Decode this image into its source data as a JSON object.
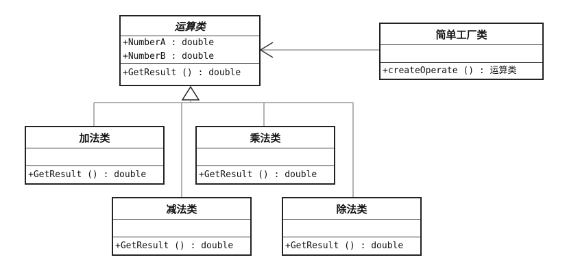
{
  "classes": {
    "operation": {
      "name": "运算类",
      "attributes": [
        "+NumberA : double",
        "+NumberB : double"
      ],
      "operations": [
        "+GetResult () : double"
      ]
    },
    "factory": {
      "name": "简单工厂类",
      "attributes": [],
      "operations": [
        "+createOperate () : 运算类"
      ]
    },
    "add": {
      "name": "加法类",
      "attributes": [],
      "operations": [
        "+GetResult () : double"
      ]
    },
    "multiply": {
      "name": "乘法类",
      "attributes": [],
      "operations": [
        "+GetResult () : double"
      ]
    },
    "subtract": {
      "name": "减法类",
      "attributes": [],
      "operations": [
        "+GetResult () : double"
      ]
    },
    "divide": {
      "name": "除法类",
      "attributes": [],
      "operations": [
        "+GetResult () : double"
      ]
    }
  },
  "relations": [
    {
      "type": "dependency",
      "from": "factory",
      "to": "operation"
    },
    {
      "type": "generalization",
      "from": "add",
      "to": "operation"
    },
    {
      "type": "generalization",
      "from": "multiply",
      "to": "operation"
    },
    {
      "type": "generalization",
      "from": "subtract",
      "to": "operation"
    },
    {
      "type": "generalization",
      "from": "divide",
      "to": "operation"
    }
  ],
  "colors": {
    "line": "#222222",
    "connector": "#888888",
    "background": "#ffffff"
  }
}
